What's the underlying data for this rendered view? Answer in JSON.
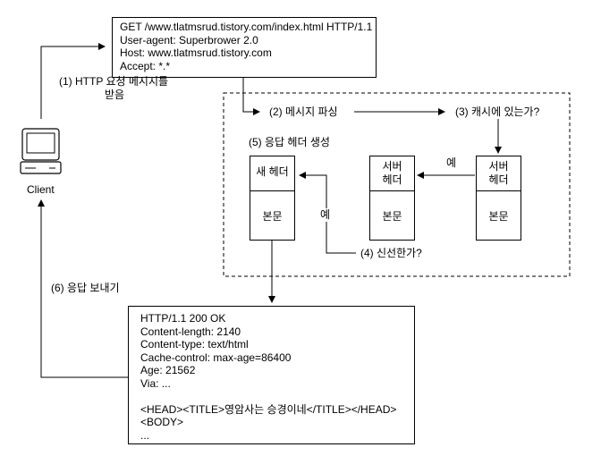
{
  "request": {
    "lines": [
      "GET /www.tlatmsrud.tistory.com/index.html HTTP/1.1",
      "User-agent: Superbrower 2.0",
      "Host: www.tlatmsrud.tistory.com",
      "Accept: *.*"
    ]
  },
  "client_label": "Client",
  "steps": {
    "s1_line1": "(1) HTTP 요청 메시지를",
    "s1_line2": "받음",
    "s2": "(2) 메시지 파싱",
    "s3": "(3) 캐시에 있는가?",
    "s4": "(4) 신선한가?",
    "s5": "(5) 응답 헤더 생성",
    "s6": "(6) 응답 보내기"
  },
  "yes_label": "예",
  "new_header_box": {
    "top_label": "새 헤더",
    "bottom_label": "본문"
  },
  "server_header_copy_box": {
    "top_line1": "서버",
    "top_line2": "헤더",
    "bottom_label": "본문"
  },
  "cached_box": {
    "top_line1": "서버",
    "top_line2": "헤더",
    "bottom_label": "본문"
  },
  "response": {
    "lines": [
      "HTTP/1.1 200 OK",
      "Content-length: 2140",
      "Content-type: text/html",
      "Cache-control: max-age=86400",
      "Age: 21562",
      "Via: ...",
      "",
      "<HEAD><TITLE>영암사는 승경이네</TITLE></HEAD>",
      "<BODY>",
      "..."
    ]
  }
}
